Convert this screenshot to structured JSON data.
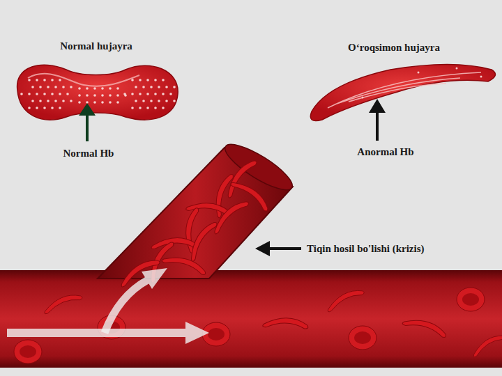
{
  "diagram": {
    "labels": [
      "Normal hujayra",
      "O‘roqsimon hujayra",
      "Normal Hb",
      "Anormal Hb",
      "Tiqin hosil bo'lishi (krizis)"
    ]
  }
}
